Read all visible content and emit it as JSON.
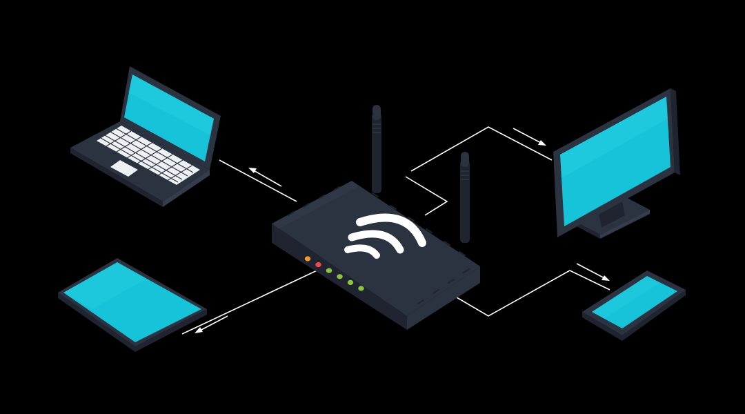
{
  "colors": {
    "background": "#000000",
    "body": "#2b3240",
    "body_dark": "#1f2430",
    "body_side": "#353c4b",
    "screen": "#16c3d9",
    "screen_light": "#2fd1e5",
    "keyboard": "#eef1f4",
    "link": "#ffffff",
    "wifi": "#ffffff"
  },
  "router": {
    "icon": "wifi-icon",
    "leds": [
      {
        "color": "#f39a2c"
      },
      {
        "color": "#ea4a4a"
      },
      {
        "color": "#8cc63f"
      },
      {
        "color": "#8cc63f"
      },
      {
        "color": "#8cc63f"
      },
      {
        "color": "#8cc63f"
      }
    ]
  },
  "devices": [
    {
      "name": "laptop",
      "icon": "laptop-icon"
    },
    {
      "name": "tablet",
      "icon": "tablet-icon"
    },
    {
      "name": "desktop-monitor",
      "icon": "monitor-icon"
    },
    {
      "name": "smartphone",
      "icon": "smartphone-icon"
    }
  ]
}
